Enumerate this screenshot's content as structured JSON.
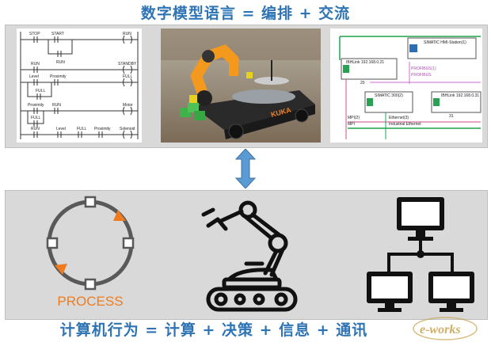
{
  "top_title": "数字模型语言 = 编排 + 交流",
  "bottom_title": "计算机行为 = 计算 + 决策 + 信息 + 通讯",
  "ladder": {
    "rung1": [
      "STOP",
      "START",
      "RUN"
    ],
    "rung1_branch": "RUN",
    "rung2": [
      "RUN",
      "STANDBY"
    ],
    "rung2_sub": [
      "Level",
      "Proximity",
      "FULL"
    ],
    "rung2_branch": "FULL",
    "rung3": [
      "Proximity",
      "RUN",
      "Motor"
    ],
    "rung3_branch": "FULL",
    "rung4": [
      "RUN",
      "Level",
      "FULL",
      "Proximity",
      "Solenoid"
    ]
  },
  "robot_brand": "KUKA",
  "network": {
    "hmi_station": "SIMATIC HMI-Station(1)",
    "ibhlink_top": "IBHLink 192.168.0.21",
    "profibus1": "PROFIBUS(1)",
    "profibus2": "PROFIBUS",
    "s300": "SIMATIC 300(2)",
    "ibhlink_right": "IBHLink 192.168.0.31",
    "node_20": "20",
    "node_31": "31",
    "mpi_label1": "MPI(2)",
    "mpi_label2": "MPI",
    "ethernet1": "Ethernet(3)",
    "ethernet2": "Industrial Ethernet"
  },
  "process_label": "PROCESS",
  "watermark": "e-works",
  "colors": {
    "title_blue": "#2e74b5",
    "arrow_blue": "#5b9bd5",
    "orange": "#f07b1e",
    "panel_gray": "#d9d9d9",
    "green": "#1fa34a"
  }
}
